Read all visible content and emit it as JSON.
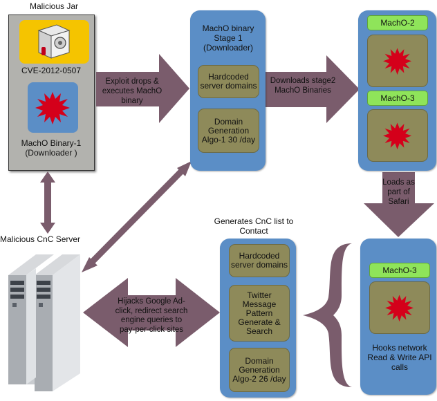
{
  "colors": {
    "arrow": "#7a5c6c",
    "panel": "#5b8ec6",
    "box": "#8e8a5a",
    "tag": "#8fe45a",
    "burst": "#d4001a",
    "jar_bg": "#b2b2ae",
    "jar_icon_bg": "#f5c400"
  },
  "labels": {
    "malicious_jar": "Malicious Jar",
    "cve": "CVE-2012-0507",
    "binary1": "MachO Binary-1 (Downloader )",
    "exploit_arrow": "Exploit drops & executes MachO binary",
    "stage1_title": "MachO binary Stage 1 (Downloader)",
    "hardcoded_1": "Hardcoded server domains",
    "dga1": "Domain Generation Algo-1 30 /day",
    "downloads_arrow": "Downloads stage2 MachO Binaries",
    "macho2": "MachO-2",
    "macho3_top": "MachO-3",
    "loads_arrow": "Loads as part of Safari",
    "cnc_server": "Malicious CnC Server",
    "cnc_list_title": "Generates CnC list to Contact",
    "hardcoded_2": "Hardcoded server domains",
    "twitter": "Twitter Message Pattern Generate & Search",
    "dga2": "Domain Generation Algo-2 26 /day",
    "hijack_arrow": "Hijacks Google Ad-click, redirect search engine queries to pay-per-click sites",
    "macho3_bottom": "MachO-3",
    "hooks": "Hooks network Read & Write API calls"
  },
  "icons": {
    "jar_icon": "safe-icon",
    "burst": "malware-burst-icon",
    "server": "server-rack-icon"
  }
}
